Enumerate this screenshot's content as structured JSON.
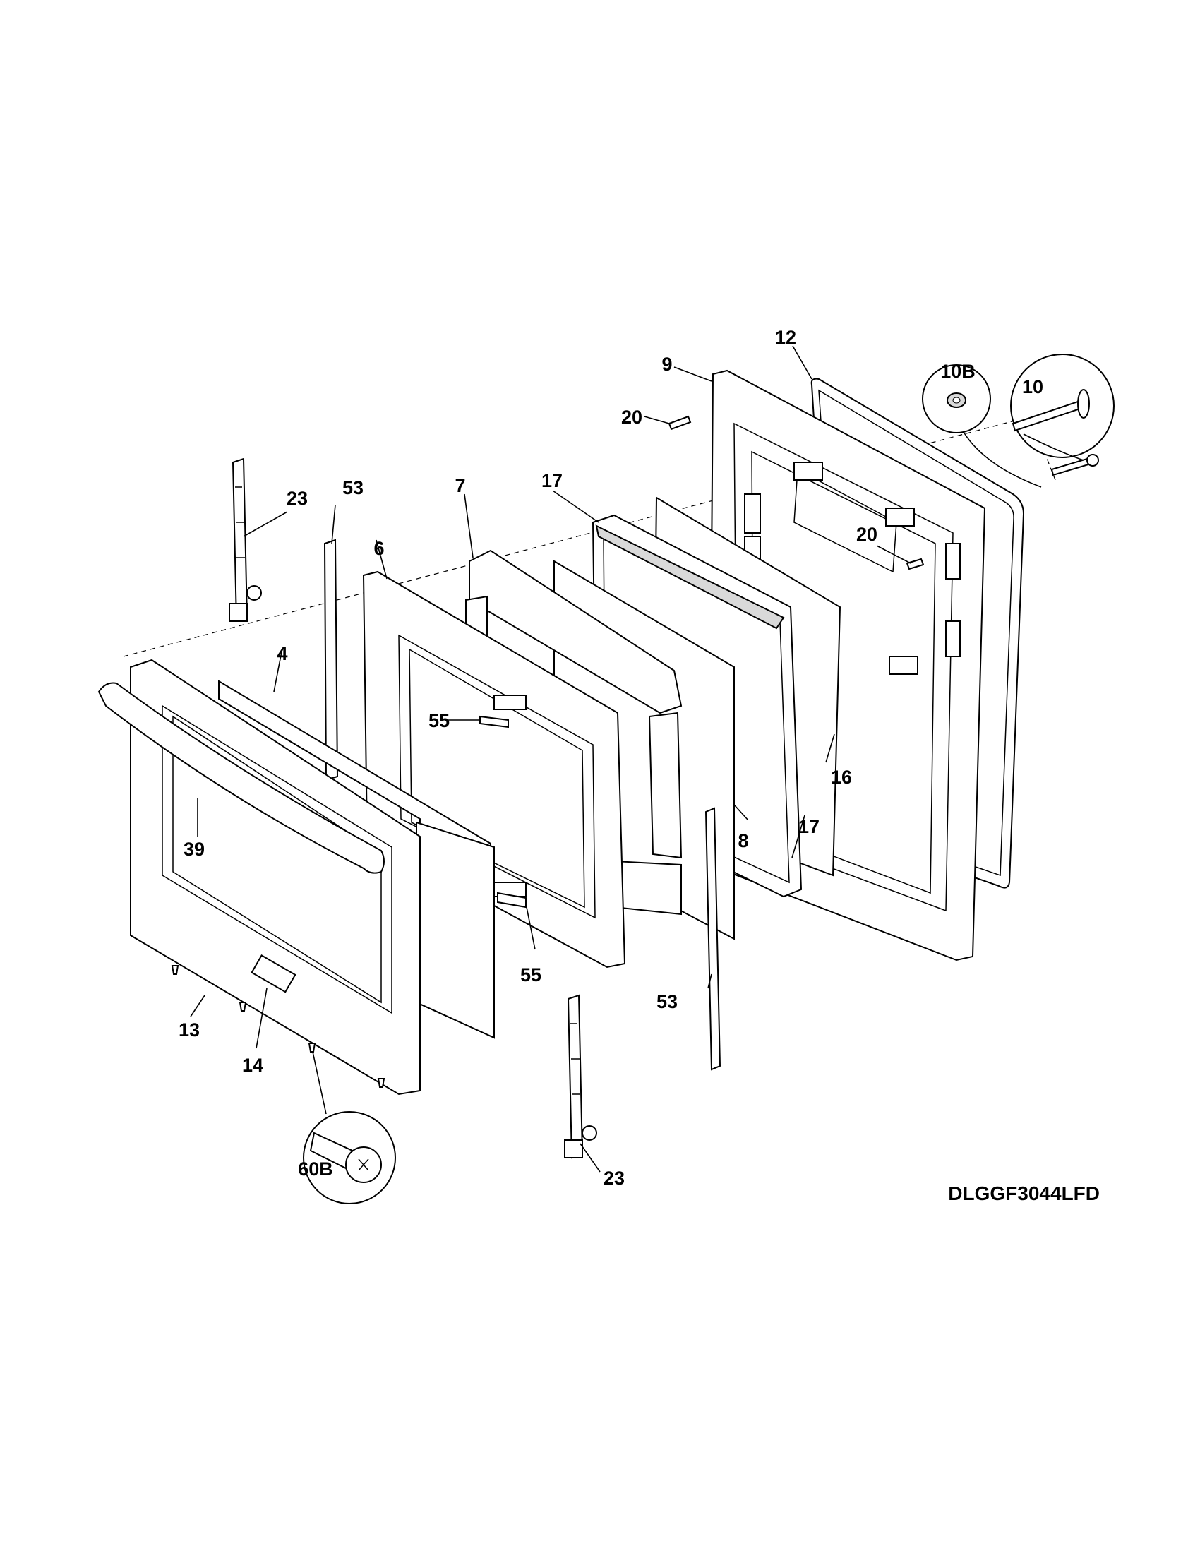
{
  "diagram_id": "DLGGF3044LFD",
  "callouts": {
    "p9": "9",
    "p12": "12",
    "p10b": "10B",
    "p10": "10",
    "p20a": "20",
    "p20b": "20",
    "p23a": "23",
    "p23b": "23",
    "p53a": "53",
    "p53b": "53",
    "p7": "7",
    "p17a": "17",
    "p17b": "17",
    "p6": "6",
    "p4": "4",
    "p55a": "55",
    "p55b": "55",
    "p16": "16",
    "p8": "8",
    "p39": "39",
    "p13": "13",
    "p14": "14",
    "p60b": "60B"
  }
}
